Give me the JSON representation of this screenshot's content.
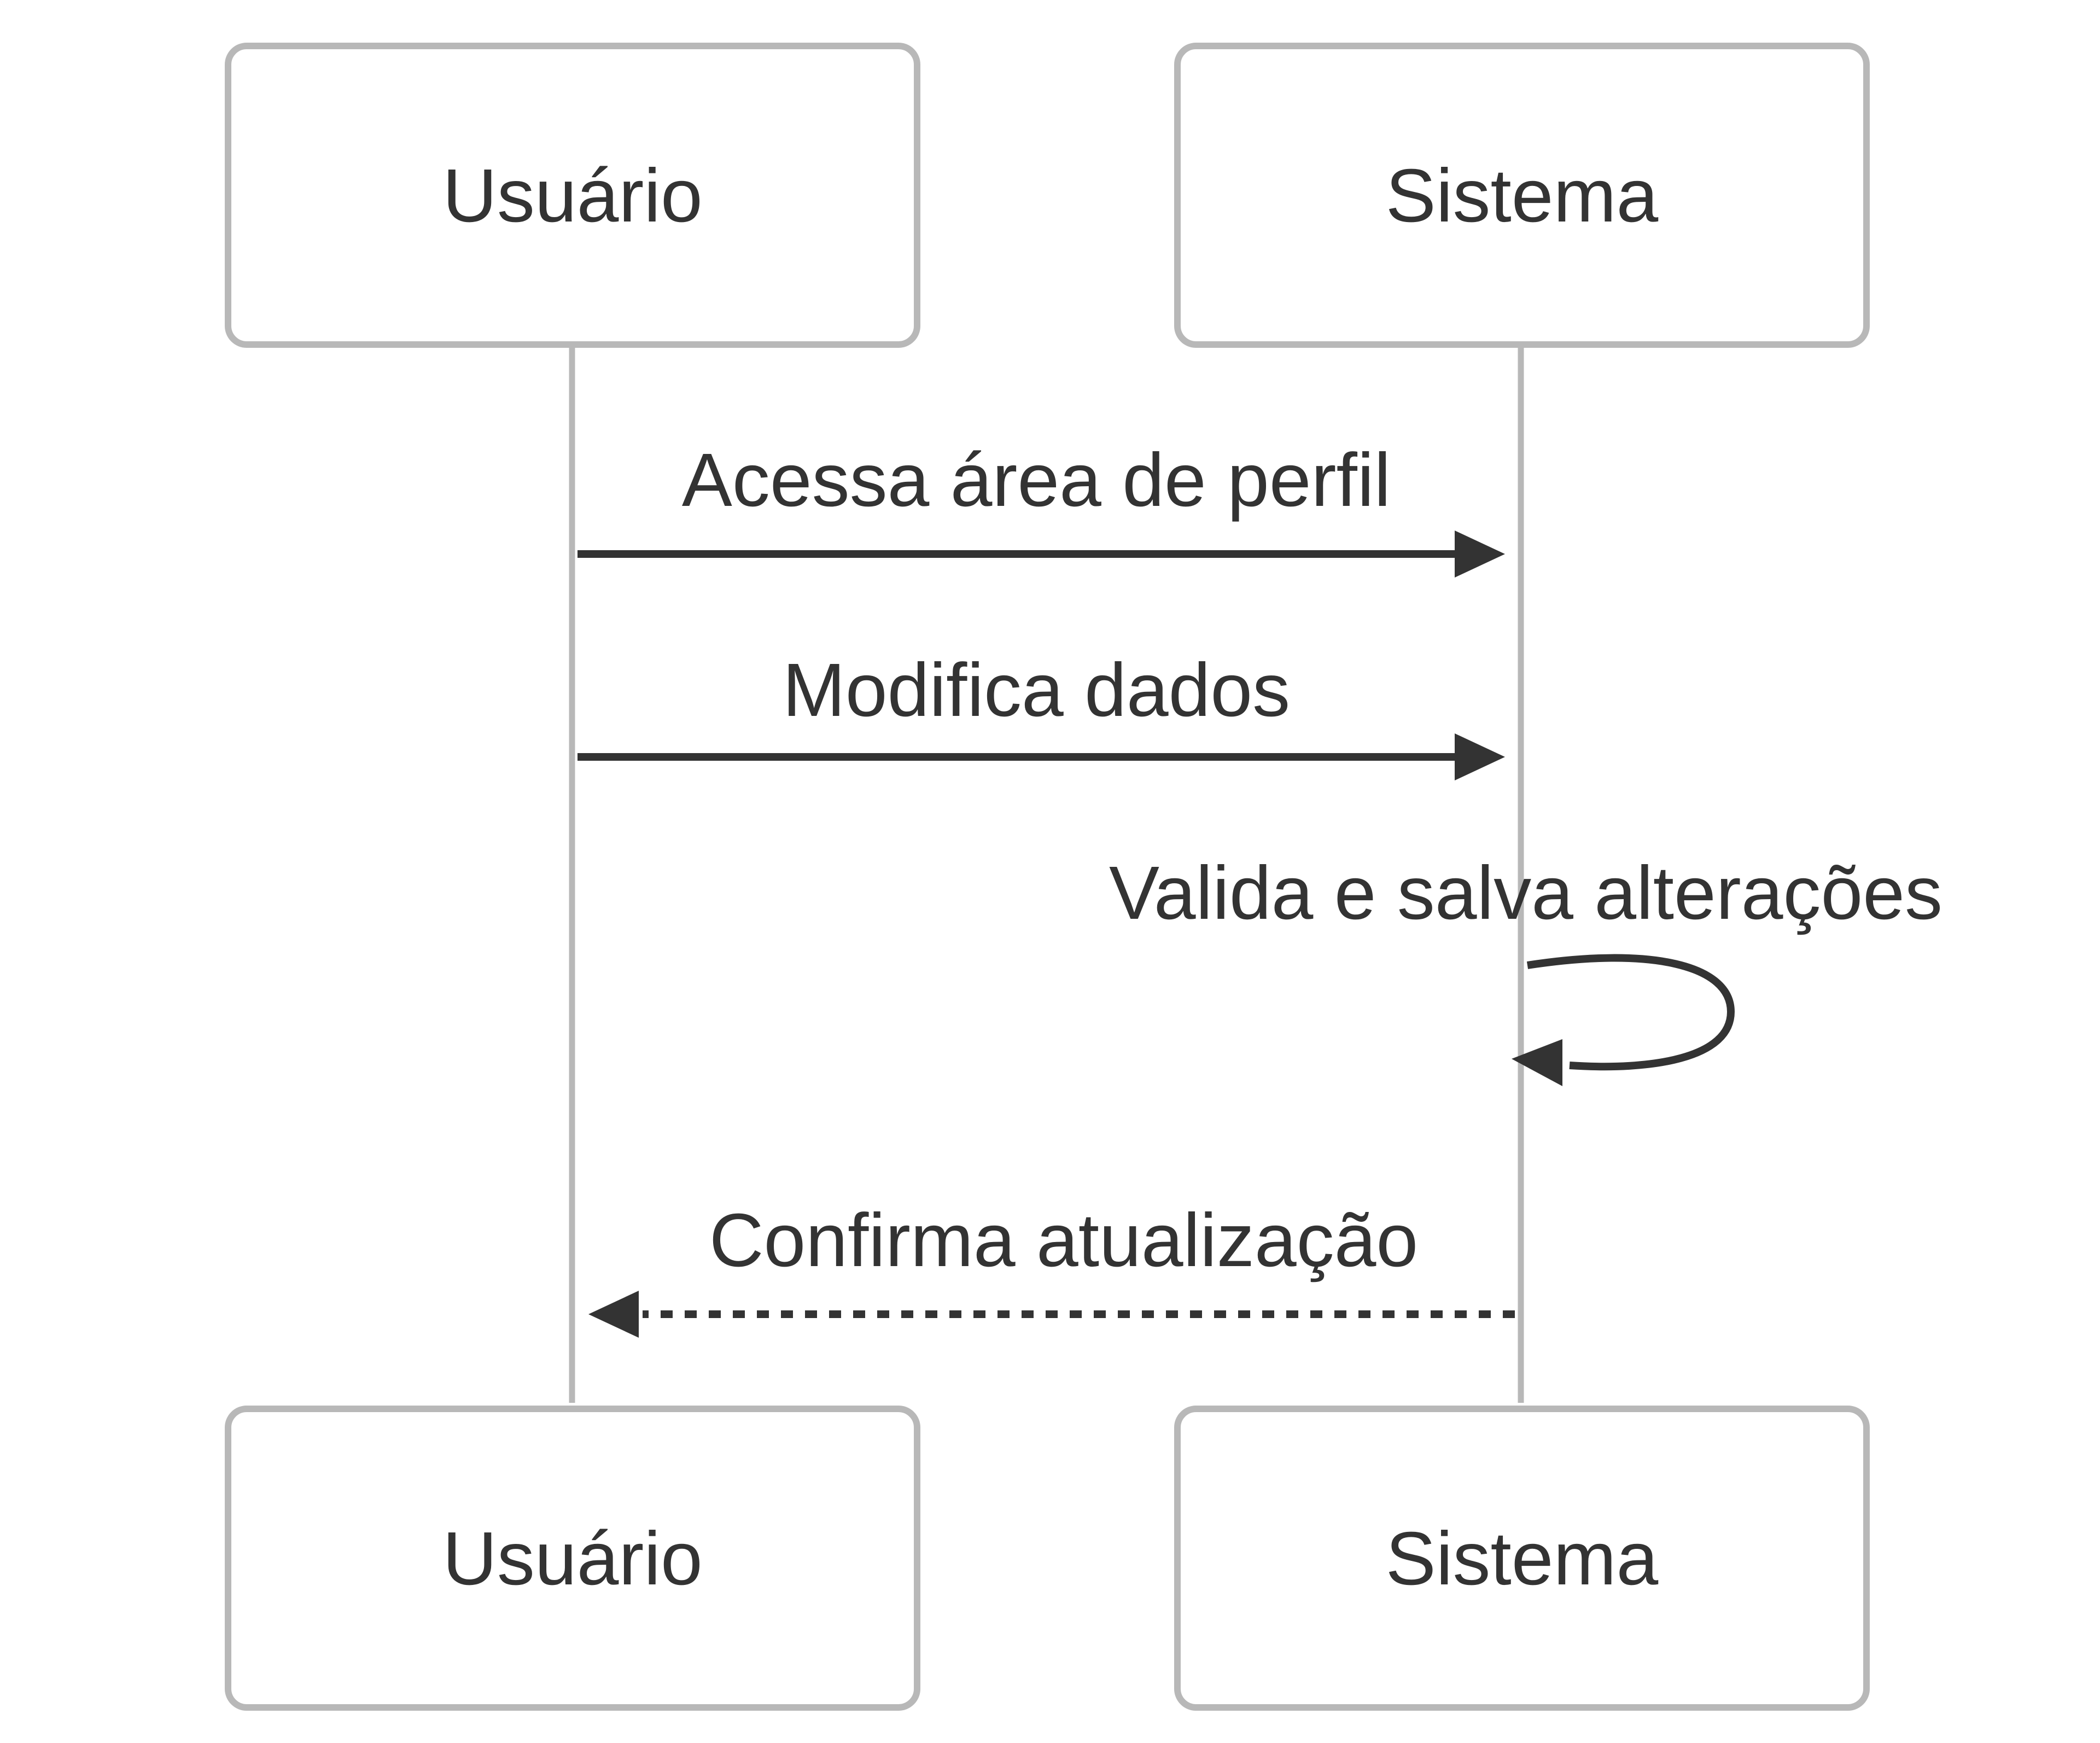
{
  "participants": [
    {
      "id": "usuario",
      "label": "Usuário"
    },
    {
      "id": "sistema",
      "label": "Sistema"
    }
  ],
  "messages": [
    {
      "from": "usuario",
      "to": "sistema",
      "label": "Acessa área de perfil",
      "style": "solid"
    },
    {
      "from": "usuario",
      "to": "sistema",
      "label": "Modifica dados",
      "style": "solid"
    },
    {
      "from": "sistema",
      "to": "sistema",
      "label": "Valida e salva alterações",
      "style": "solid"
    },
    {
      "from": "sistema",
      "to": "usuario",
      "label": "Confirma atualização",
      "style": "dashed"
    }
  ],
  "colors": {
    "box_border": "#b8b8b8",
    "lifeline": "#b8b8b8",
    "text": "#333333",
    "arrow": "#333333",
    "background": "#ffffff"
  }
}
